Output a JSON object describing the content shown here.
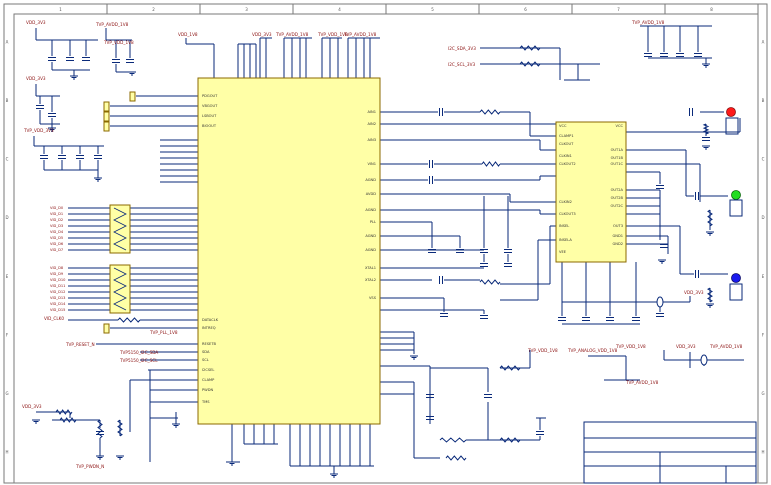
{
  "diagram": {
    "border_color": "#7a7a7a",
    "wire_color": "#0a2a7a",
    "label_color": "#8b1010",
    "chip_fill": "#ffffa6",
    "chip_stroke": "#8b6a00",
    "node_colors": {
      "red": "#ff1a1a",
      "green": "#22dd22",
      "blue": "#1a1aee"
    },
    "net_labels": {
      "vdd_a": "VDD_3V3",
      "vdd_b": "VDD_3V3",
      "vdd_c": "TVP_VDD_3V3",
      "tvp_avdd": "TVP_AVDD_1V8",
      "tvp_vdd_18": "TVP_VDD_1V8",
      "tvp_pll": "TVP_PLL_1V8",
      "vdd_top1": "VDD_1V8",
      "vdd_top2": "VDD_3V3",
      "tvp_top3": "TVP_AVDD_1V8",
      "tvp_top4": "TVP_VDD_1V8",
      "tvp_top5": "TVP_AVDD_1V8",
      "sda_in": "I2C_SDA_3V3",
      "scl_in": "I2C_SCL_3V3",
      "tvp_avdd_r": "TVP_AVDD_1V8",
      "data_clk": "VID_CLK0",
      "reset": "TVP_RESET_N",
      "sda_net": "TVP5150_I2C_SDA",
      "scl_net": "TVP5150_I2C_SCL",
      "pwdn": "TVP_PWDN_N",
      "vdd_bl": "VDD_3V3",
      "tvp_bot_r": "TVP_VDD_1V8",
      "tvp_analog": "TVP_ANALOG_VDD_1V8",
      "tvp_vdd_bot": "TVP_VDD_1V8",
      "tvp_avdd_bot": "TVP_AVDD_1V8",
      "vdd_r2": "VDD_3V3",
      "vdd_r3": "VDD_3V3",
      "tvp_r4": "TVP_AVDD_1V8"
    },
    "main_chip_left_pins": [
      "PDGOUT",
      "VBGOUT",
      "LSBOUT",
      "BIOOUT",
      "DATACLK",
      "INTREQ",
      "RESETB",
      "SDA",
      "SCL",
      "I2CSEL",
      "CLAMP",
      "PWDN",
      "TMS"
    ],
    "main_chip_right_pins": [
      "AIN1",
      "AIN2",
      "AIN3",
      "VIN1",
      "AGND",
      "AVDD",
      "AGND",
      "PLL",
      "AGND",
      "AGND",
      "XTAL1",
      "XTAL2",
      "VSS"
    ],
    "side_chip_left_pins": [
      "VCC",
      "CLAMP1",
      "CLKOUT",
      "CLKIN1",
      "CLKOUT2",
      "CLKIN2",
      "CLKOUT3",
      "INSEL",
      "INSELA",
      "VEE"
    ],
    "side_chip_right_pins": [
      "VCC",
      "OUT1A",
      "OUT1B",
      "OUT1C",
      "OUT2A",
      "OUT2B",
      "OUT2C",
      "OUT3",
      "GND1",
      "GND2"
    ],
    "bus_a_labels": [
      "VID_D0",
      "VID_D1",
      "VID_D2",
      "VID_D3",
      "VID_D4",
      "VID_D5",
      "VID_D6",
      "VID_D7"
    ],
    "bus_b_labels": [
      "VID_D8",
      "VID_D9",
      "VID_D10",
      "VID_D11",
      "VID_D12",
      "VID_D13",
      "VID_D14",
      "VID_D15"
    ],
    "grid_numbers": [
      "1",
      "2",
      "3",
      "4",
      "5",
      "6",
      "7",
      "8"
    ],
    "grid_letters": [
      "A",
      "B",
      "C",
      "D",
      "E",
      "F",
      "G",
      "H"
    ]
  }
}
